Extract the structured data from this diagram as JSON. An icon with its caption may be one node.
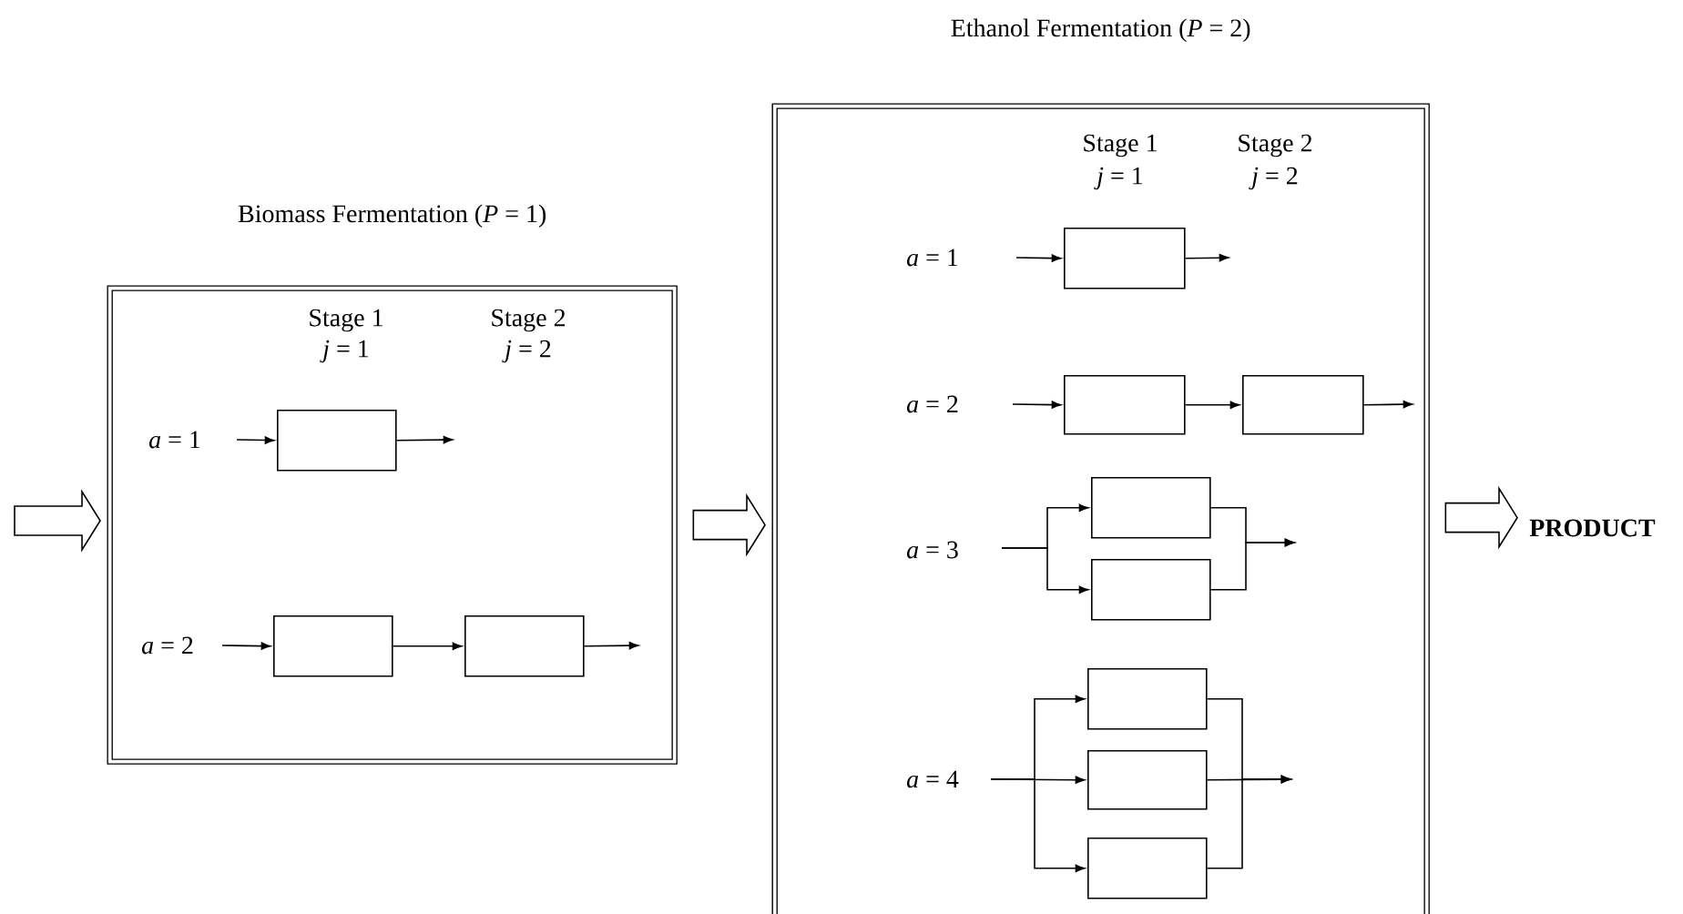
{
  "diagram": {
    "nodes": [
      {
        "text": [
          "Biomass Fermentation (*P* = 1)"
        ]
      },
      {
        "text": [],
        "shape": "box",
        "in": 0
      },
      {
        "text": [],
        "shape": "box",
        "in": 0
      },
      {
        "text": [],
        "shape": "box",
        "in": 0
      },
      {
        "text": [
          "Ethanol Fermentation (*P* = 2)"
        ]
      },
      {
        "text": [],
        "shape": "box",
        "in": 4
      },
      {
        "text": [],
        "shape": "box",
        "in": 4
      },
      {
        "text": [],
        "shape": "box",
        "in": 4
      },
      {
        "text": [],
        "shape": "box",
        "in": 4
      },
      {
        "text": [],
        "shape": "box",
        "in": 4
      },
      {
        "text": [],
        "shape": "box",
        "in": 4
      },
      {
        "text": [],
        "shape": "box",
        "in": 4
      },
      {
        "text": [],
        "shape": "box",
        "in": 4
      },
      {
        "text": [
          "PRODUCT"
        ]
      }
    ],
    "edges": [
      {
        "from": null,
        "to": 0,
        "arrow": "to",
        "style": "thick"
      },
      {
        "from": 0,
        "to": 4,
        "arrow": "to",
        "style": "thick"
      },
      {
        "from": 4,
        "to": 13,
        "arrow": "to",
        "style": "thick"
      },
      {
        "from": null,
        "to": 1,
        "arrow": "to"
      },
      {
        "from": 1,
        "to": null,
        "arrow": "to"
      },
      {
        "from": null,
        "to": 2,
        "arrow": "to"
      },
      {
        "from": 2,
        "to": 3,
        "arrow": "to"
      },
      {
        "from": 3,
        "to": null,
        "arrow": "to"
      },
      {
        "from": null,
        "to": 5,
        "arrow": "to"
      },
      {
        "from": 5,
        "to": null,
        "arrow": "to"
      },
      {
        "from": null,
        "to": 6,
        "arrow": "to"
      },
      {
        "from": 6,
        "to": 7,
        "arrow": "to"
      },
      {
        "from": 7,
        "to": null,
        "arrow": "to"
      },
      {
        "from": null,
        "to": 8,
        "arrow": "to"
      },
      {
        "from": null,
        "to": 9,
        "arrow": "to"
      },
      {
        "from": 8,
        "to": null,
        "arrow": "to"
      },
      {
        "from": 9,
        "to": null,
        "arrow": "to"
      },
      {
        "from": null,
        "to": 10,
        "arrow": "to"
      },
      {
        "from": null,
        "to": 11,
        "arrow": "to"
      },
      {
        "from": null,
        "to": 12,
        "arrow": "to"
      },
      {
        "from": 10,
        "to": null,
        "arrow": "to"
      },
      {
        "from": 11,
        "to": null,
        "arrow": "to"
      },
      {
        "from": 12,
        "to": null,
        "arrow": "to"
      }
    ],
    "labels": [
      "Stage 1",
      "*j* = 1",
      "Stage 2",
      "*j* = 2",
      "*a* = 1",
      "*a* = 2",
      "Stage 1",
      "*j* = 1",
      "Stage 2",
      "*j* = 2",
      "*a* = 1",
      "*a* = 2",
      "*a* = 3",
      "*a* = 4"
    ]
  }
}
